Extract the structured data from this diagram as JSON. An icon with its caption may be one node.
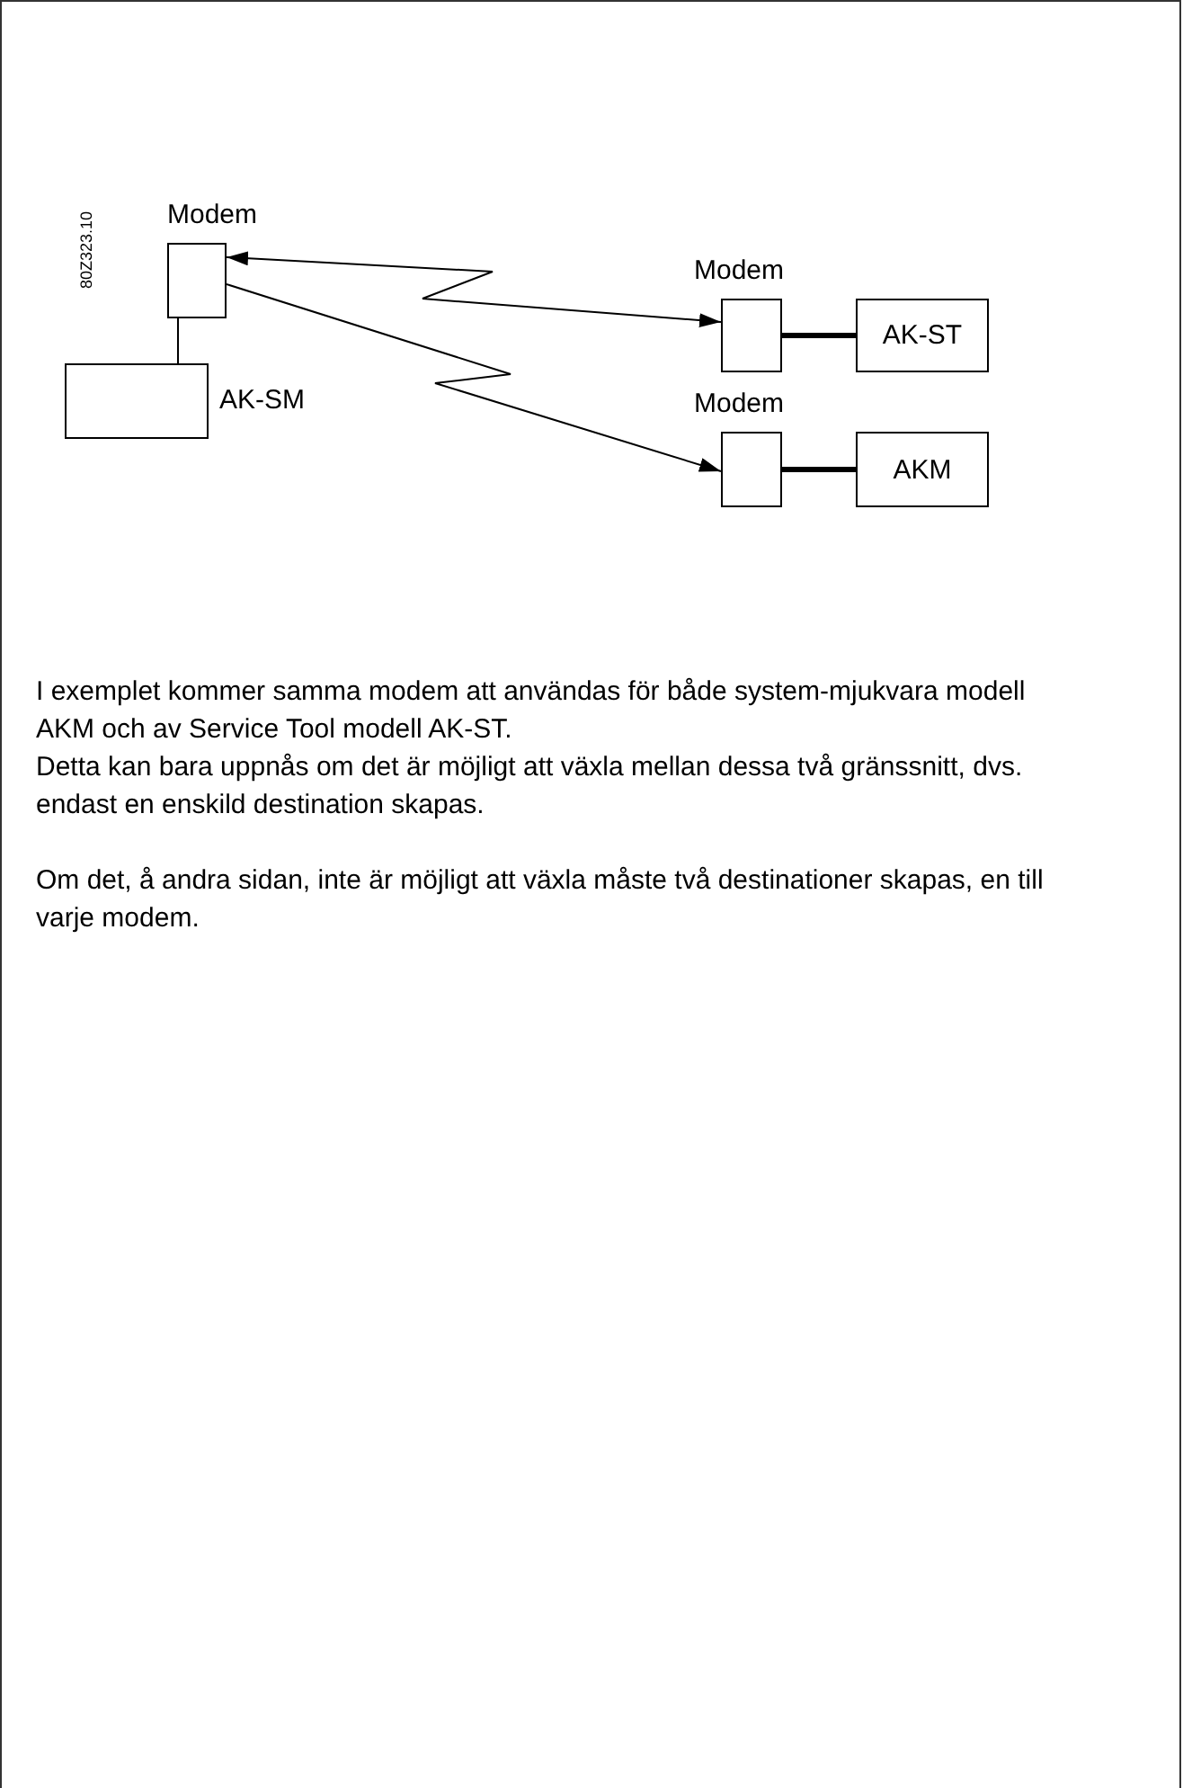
{
  "diagram": {
    "nodes": [
      {
        "text": [
          "Modem"
        ]
      },
      {
        "text": [
          "AK-SM"
        ]
      },
      {
        "text": [
          "Modem"
        ]
      },
      {
        "text": [
          "AK-ST"
        ]
      },
      {
        "text": [
          "Modem"
        ]
      },
      {
        "text": [
          "AKM"
        ]
      }
    ],
    "edges": [
      {
        "from": 0,
        "to": 1,
        "arrow": "none"
      },
      {
        "from": 2,
        "to": 3,
        "arrow": "none",
        "style": "thick"
      },
      {
        "from": 4,
        "to": 5,
        "arrow": "none",
        "style": "thick"
      },
      {
        "from": 0,
        "to": 2,
        "arrow": "both"
      },
      {
        "from": 0,
        "to": 4,
        "arrow": "to"
      }
    ],
    "labels": [
      "80Z323.10",
      "I exemplet kommer samma modem att användas för både system-mjukvara modell AKM och av Service Tool modell AK-ST.",
      "Detta kan bara uppnås om det är möjligt att växla mellan dessa två gränssnitt, dvs. endast en enskild destination skapas.",
      "Om det, å andra sidan, inte är möjligt att växla måste två destinationer skapas, en till varje modem."
    ]
  }
}
